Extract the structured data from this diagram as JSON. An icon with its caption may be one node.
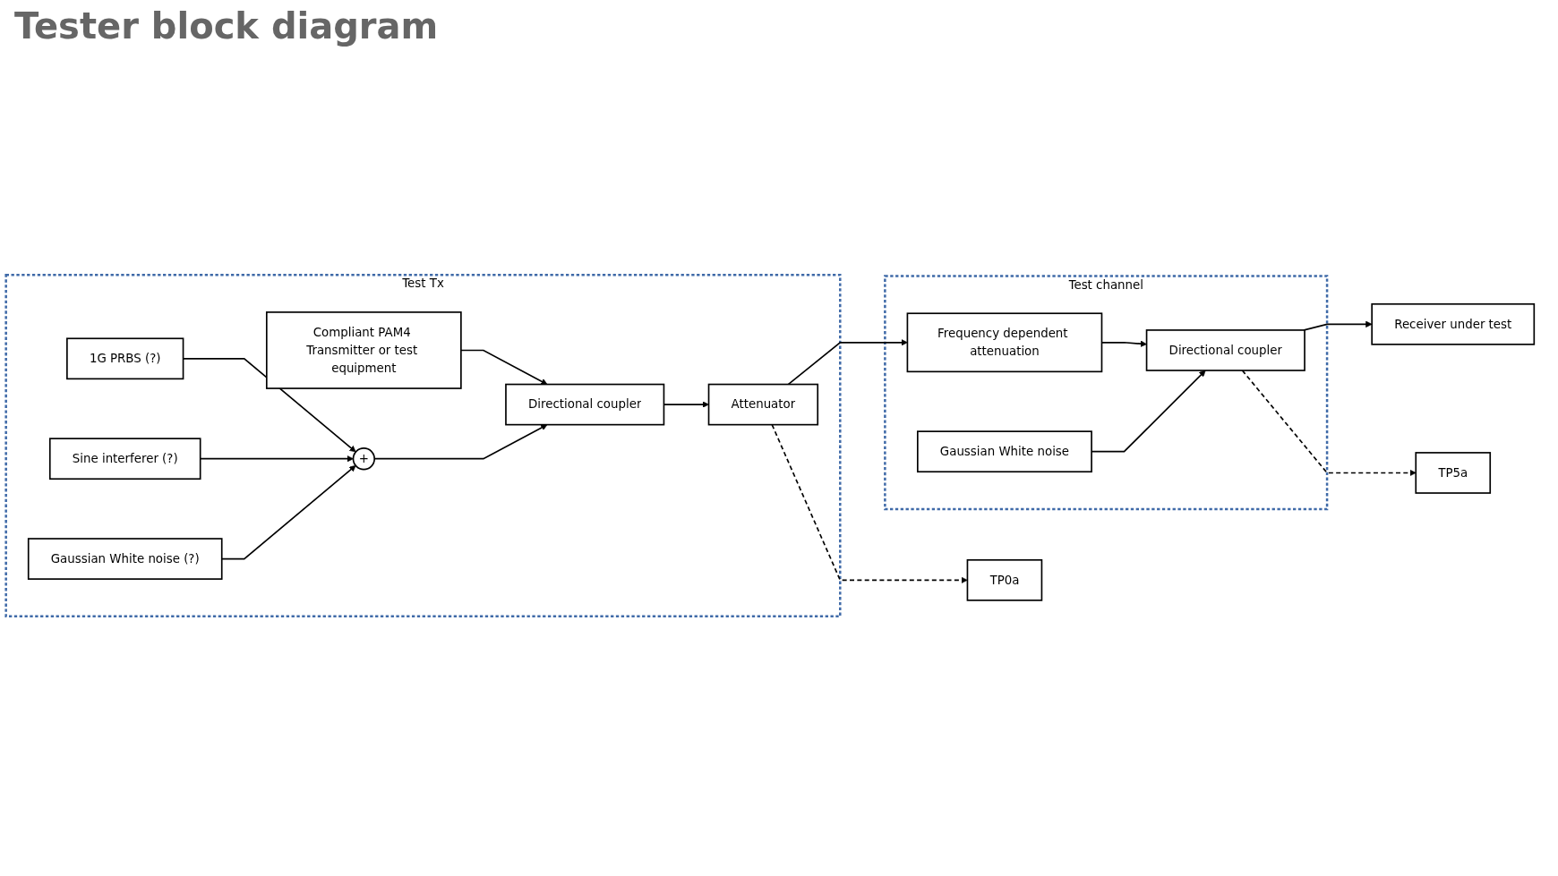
{
  "diagram": {
    "title": "Tester block diagram",
    "nodes": [
      {
        "text": [
          "Test Tx"
        ]
      },
      {
        "text": [
          "Compliant PAM4 Transmitter or test equipment"
        ],
        "in": 0
      },
      {
        "text": [
          "Directional coupler"
        ],
        "in": 0
      },
      {
        "text": [
          "Attenuator"
        ],
        "in": 0
      },
      {
        "text": [
          "1G PRBS (?)"
        ],
        "in": 0
      },
      {
        "text": [
          "+"
        ],
        "in": 0
      },
      {
        "text": [
          "Sine interferer (?)"
        ],
        "in": 0
      },
      {
        "text": [
          "Gaussian White noise (?)"
        ],
        "in": 0
      },
      {
        "text": [
          "TP0a"
        ]
      },
      {
        "text": [
          "Test channel"
        ]
      },
      {
        "text": [
          "Frequency dependent attenuation"
        ],
        "in": 9
      },
      {
        "text": [
          "Directional coupler"
        ],
        "in": 9
      },
      {
        "text": [
          "Gaussian White noise"
        ],
        "in": 9
      },
      {
        "text": [
          "TP5a"
        ]
      },
      {
        "text": [
          "Receiver under test"
        ]
      }
    ],
    "edges": [
      {
        "from": 1,
        "to": 2,
        "arrow": "to"
      },
      {
        "from": 2,
        "to": 3,
        "arrow": "to"
      },
      {
        "from": 5,
        "to": 2,
        "arrow": "to"
      },
      {
        "from": 4,
        "to": 5,
        "arrow": "to"
      },
      {
        "from": 6,
        "to": 5,
        "arrow": "to"
      },
      {
        "from": 7,
        "to": 5,
        "arrow": "to"
      },
      {
        "from": 3,
        "to": 10,
        "arrow": "to"
      },
      {
        "from": 3,
        "to": 8,
        "arrow": "to",
        "style": "dashed"
      },
      {
        "from": 10,
        "to": 11,
        "arrow": "to"
      },
      {
        "from": 12,
        "to": 11,
        "arrow": "to"
      },
      {
        "from": 11,
        "to": 14,
        "arrow": "to"
      },
      {
        "from": 11,
        "to": 13,
        "arrow": "to",
        "style": "dashed"
      }
    ]
  }
}
